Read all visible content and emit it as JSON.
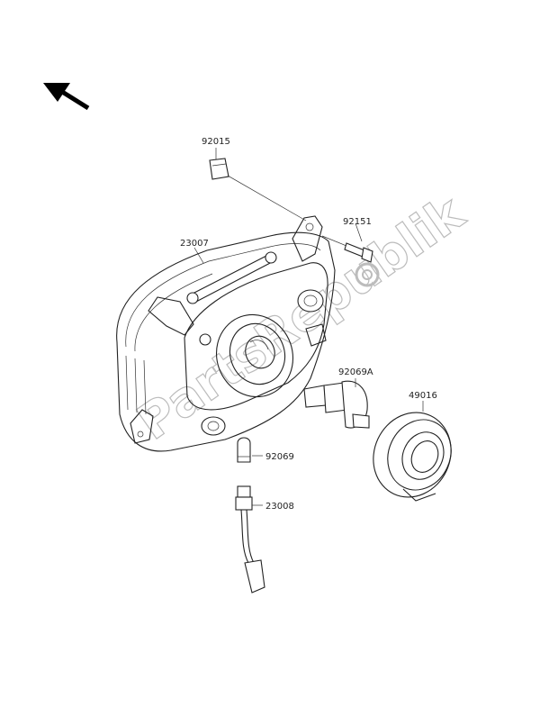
{
  "watermark": "PartsRepublik",
  "labels": {
    "p92015": "92015",
    "p92151": "92151",
    "p23007": "23007",
    "p92069A": "92069A",
    "p49016": "49016",
    "p92069": "92069",
    "p23008": "23008"
  }
}
